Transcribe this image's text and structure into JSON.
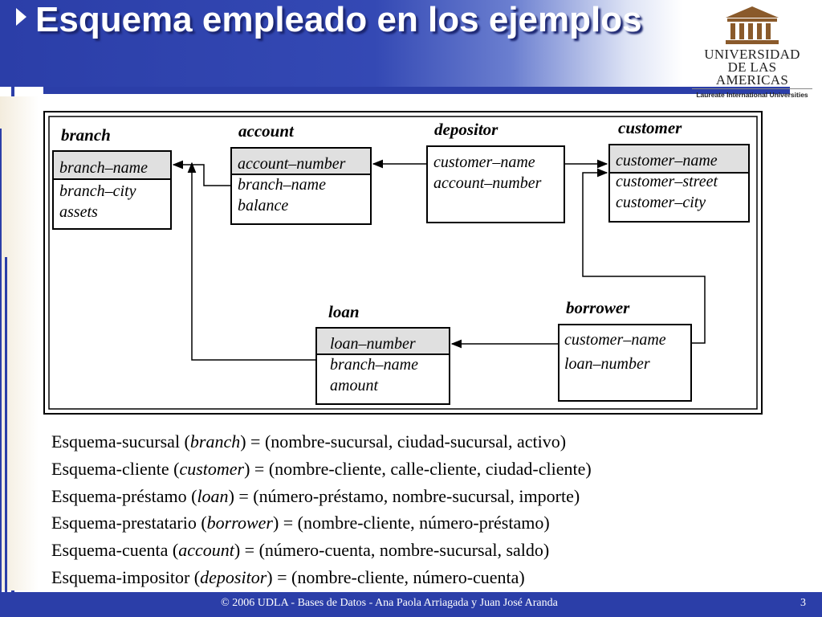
{
  "slide": {
    "title": "Esquema empleado en los ejemplos"
  },
  "logo": {
    "name_line1": "UNIVERSIDAD",
    "name_line2": "DE LAS AMERICAS",
    "tagline": "Laureate International Universities"
  },
  "diagram": {
    "branch": {
      "name": "branch",
      "key": "branch–name",
      "attrs": [
        "branch–city",
        "assets"
      ]
    },
    "account": {
      "name": "account",
      "key": "account–number",
      "attrs": [
        "branch–name",
        "balance"
      ]
    },
    "depositor": {
      "name": "depositor",
      "attrs": [
        "customer–name",
        "account–number"
      ]
    },
    "customer": {
      "name": "customer",
      "key": "customer–name",
      "attrs": [
        "customer–street",
        "customer–city"
      ]
    },
    "loan": {
      "name": "loan",
      "key": "loan–number",
      "attrs": [
        "branch–name",
        "amount"
      ]
    },
    "borrower": {
      "name": "borrower",
      "attrs": [
        "customer–name",
        "loan–number"
      ]
    }
  },
  "schemas": [
    {
      "prefix": "Esquema-sucursal (",
      "rel": "branch",
      "suffix": ") = (nombre-sucursal, ciudad-sucursal, activo)"
    },
    {
      "prefix": "Esquema-cliente (",
      "rel": "customer",
      "suffix": ") = (nombre-cliente, calle-cliente, ciudad-cliente)"
    },
    {
      "prefix": "Esquema-préstamo (",
      "rel": "loan",
      "suffix": ") = (número-préstamo, nombre-sucursal, importe)"
    },
    {
      "prefix": "Esquema-prestatario (",
      "rel": "borrower",
      "suffix": ") = (nombre-cliente, número-préstamo)"
    },
    {
      "prefix": "Esquema-cuenta (",
      "rel": "account",
      "suffix": ") = (número-cuenta, nombre-sucursal, saldo)"
    },
    {
      "prefix": "Esquema-impositor (",
      "rel": "depositor",
      "suffix": ") = (nombre-cliente, número-cuenta)"
    }
  ],
  "footer": {
    "text": "© 2006 UDLA  - Bases de Datos  -  Ana Paola Arriagada y Juan José Aranda",
    "page": "3"
  },
  "colors": {
    "primary_blue": "#2b3ea8",
    "key_fill": "#e0e0e0",
    "logo_brown": "#8a5a2b"
  }
}
